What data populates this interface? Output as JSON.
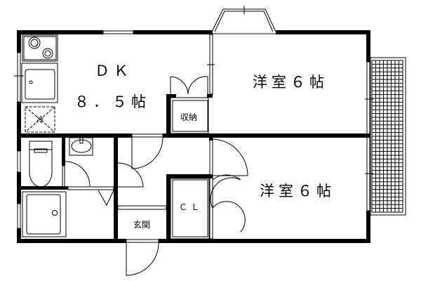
{
  "rooms": {
    "dk_name": "ＤＫ",
    "dk_size": "８．５帖",
    "storage": "収納",
    "western_room_1": "洋室６帖",
    "western_room_2": "洋室６帖",
    "closet": "ＣＬ",
    "entrance": "玄関",
    "fridge": "冷"
  },
  "colors": {
    "wall": "#000000",
    "background": "#ffffff"
  }
}
